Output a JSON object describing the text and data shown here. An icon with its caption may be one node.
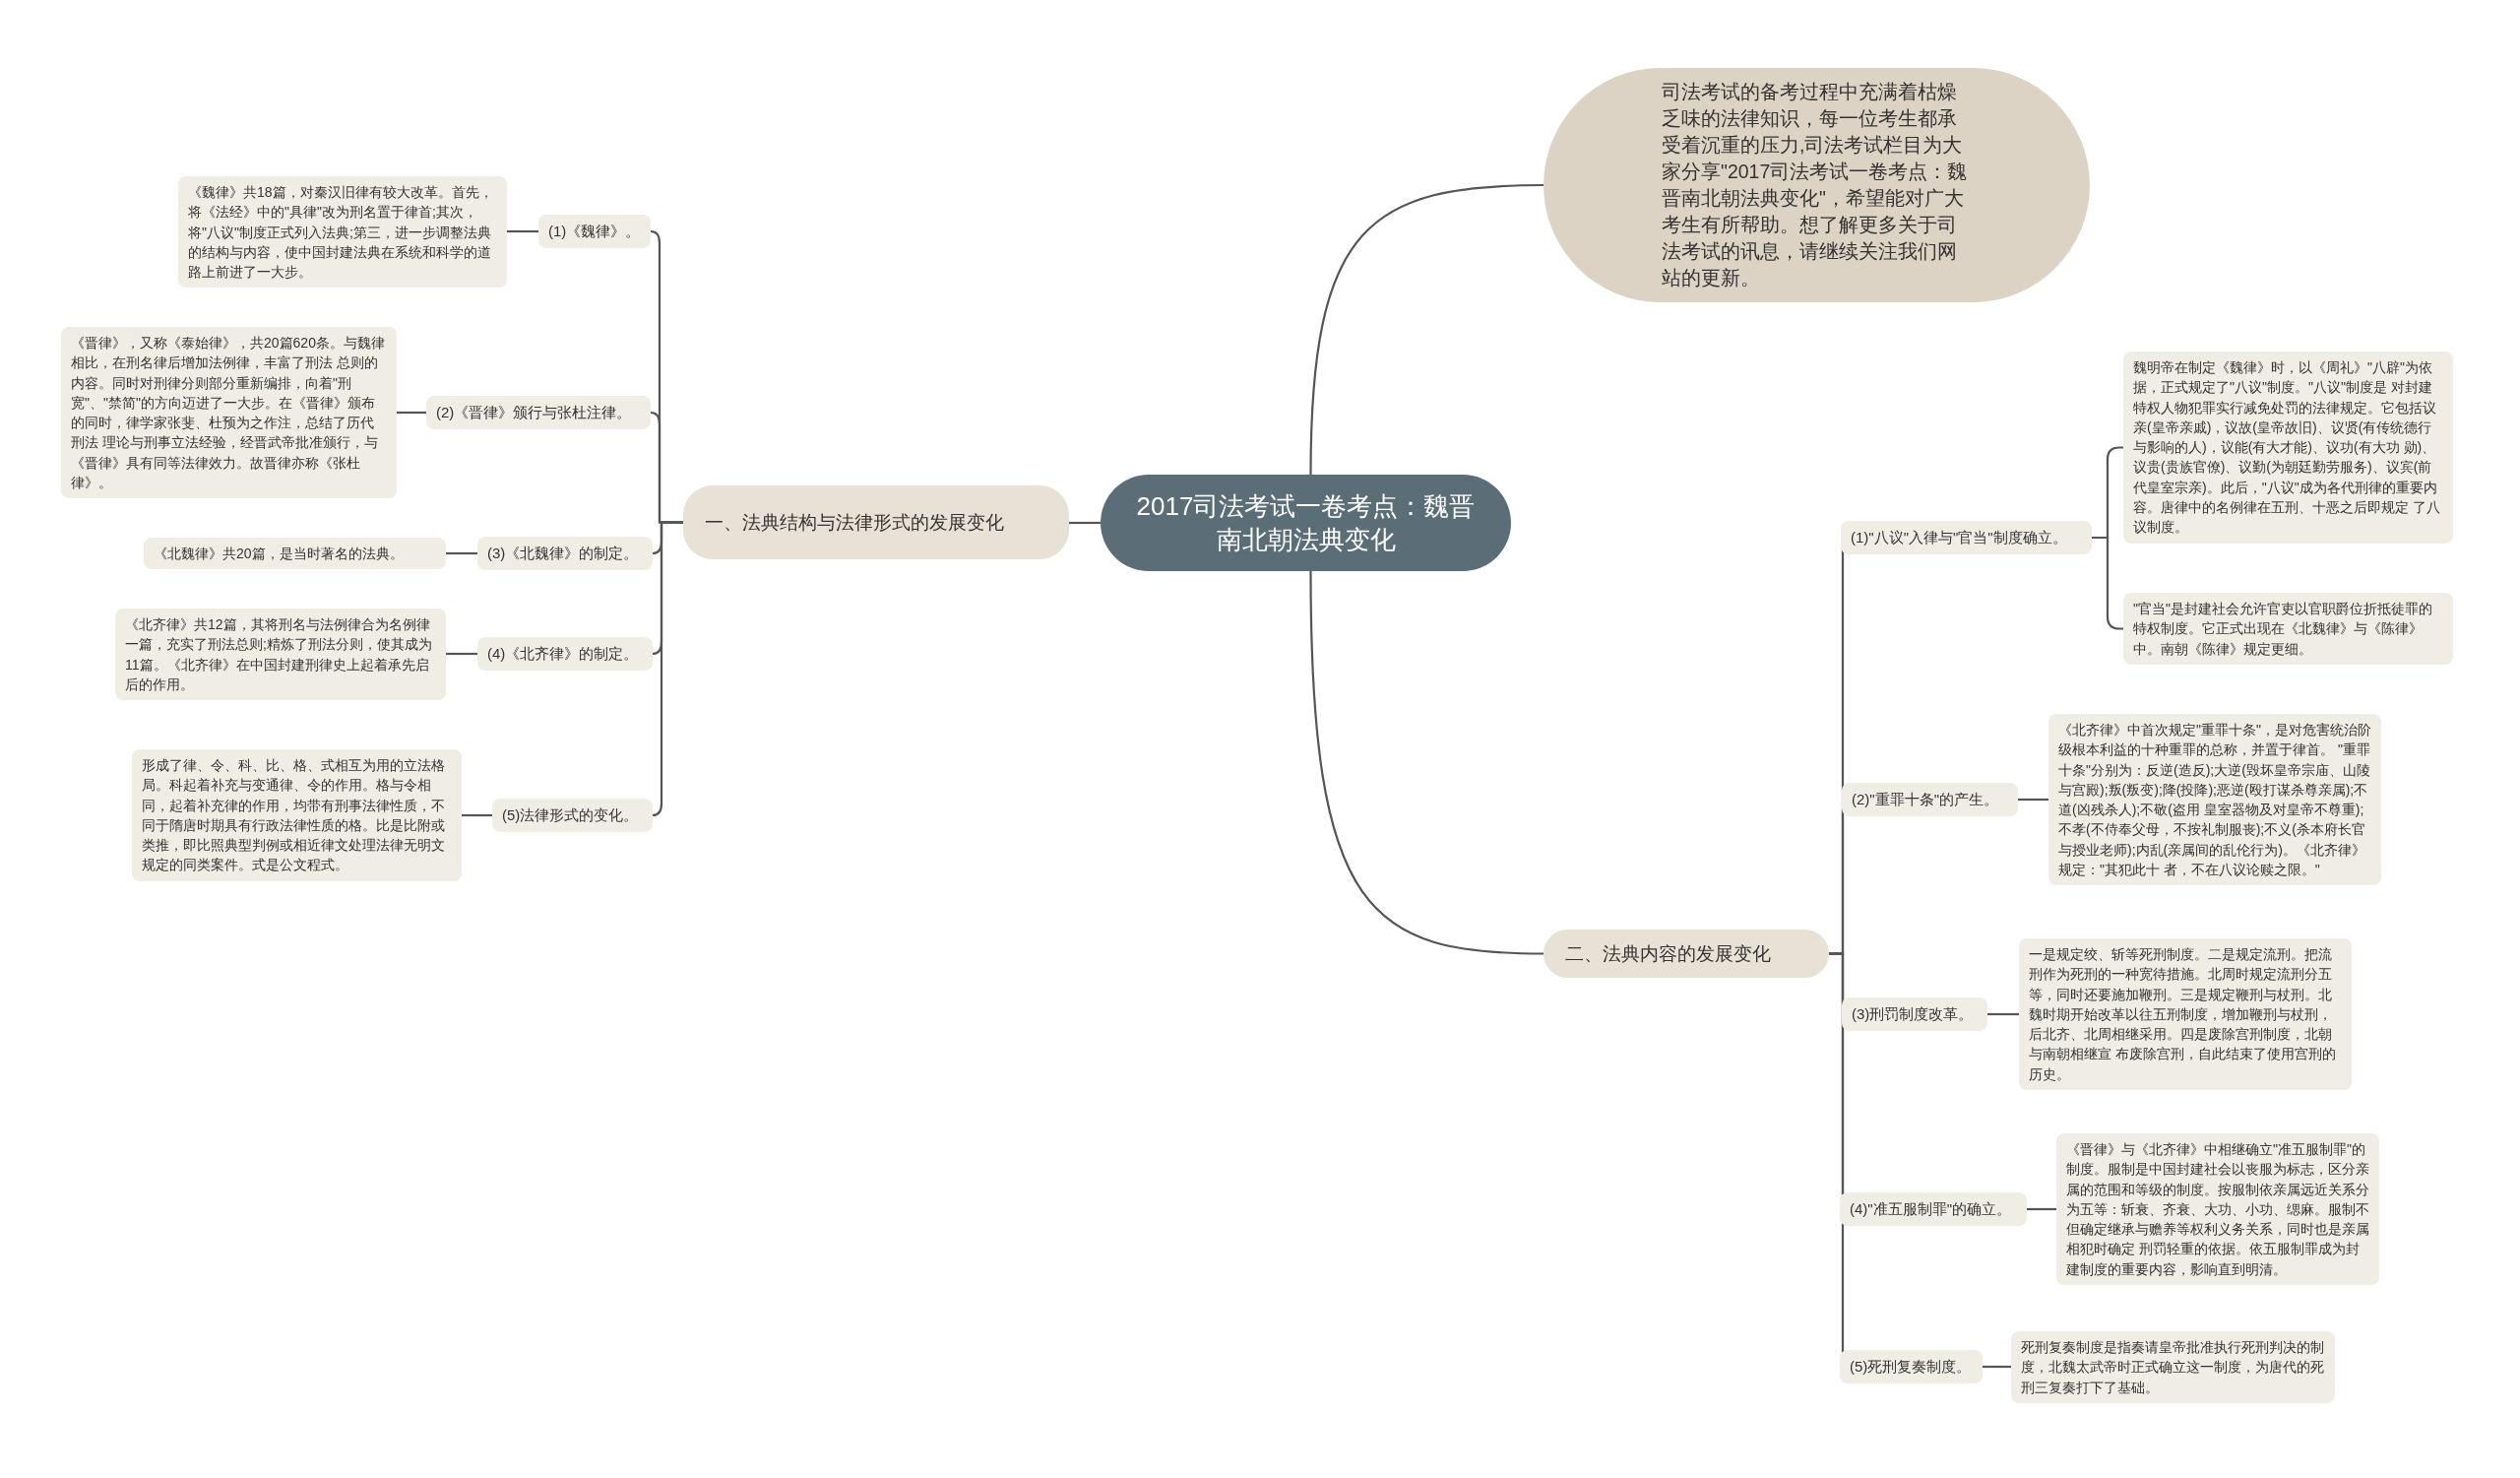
{
  "diagram": {
    "nodes": [
      {
        "text": [
          "2017司法考试一卷考点：魏晋南北朝法典变化"
        ]
      },
      {
        "text": [
          "司法考试的备考过程中充满着枯燥乏味的法律知识，每一位考生都承受着沉重的压力,司法考试栏目为大家分享\"2017司法考试一卷考点：魏晋南北朝法典变化\"，希望能对广大考生有所帮助。想了解更多关于司法考试的讯息，请继续关注我们网站的更新。"
        ]
      },
      {
        "text": [
          "一、法典结构与法律形式的发展变化"
        ]
      },
      {
        "text": [
          "(1)《魏律》。"
        ]
      },
      {
        "text": [
          "《魏律》共18篇，对秦汉旧律有较大改革。首先，将《法经》中的\"具律\"改为刑名置于律首;其次，将\"八议\"制度正式列入法典;第三，进一步调整法典的结构与内容，使中国封建法典在系统和科学的道路上前进了一大步。"
        ]
      },
      {
        "text": [
          "(2)《晋律》颁行与张杜注律。"
        ]
      },
      {
        "text": [
          "《晋律》，又称《泰始律》，共20篇620条。与魏律相比，在刑名律后增加法例律，丰富了刑法 总则的内容。同时对刑律分则部分重新编排，向着\"刑宽\"、\"禁简\"的方向迈进了一大步。在《晋律》颁布的同时，律学家张斐、杜预为之作注，总结了历代刑法 理论与刑事立法经验，经晋武帝批准颁行，与《晋律》具有同等法律效力。故晋律亦称《张杜律》。"
        ]
      },
      {
        "text": [
          "(3)《北魏律》的制定。"
        ]
      },
      {
        "text": [
          "《北魏律》共20篇，是当时著名的法典。"
        ]
      },
      {
        "text": [
          "(4)《北齐律》的制定。"
        ]
      },
      {
        "text": [
          "《北齐律》共12篇，其将刑名与法例律合为名例律一篇，充实了刑法总则;精炼了刑法分则，使其成为11篇。《北齐律》在中国封建刑律史上起着承先启后的作用。"
        ]
      },
      {
        "text": [
          "(5)法律形式的变化。"
        ]
      },
      {
        "text": [
          "形成了律、令、科、比、格、式相互为用的立法格局。科起着补充与变通律、令的作用。格与令相同，起着补充律的作用，均带有刑事法律性质，不同于隋唐时期具有行政法律性质的格。比是比附或类推，即比照典型判例或相近律文处理法律无明文规定的同类案件。式是公文程式。"
        ]
      },
      {
        "text": [
          "二、法典内容的发展变化"
        ]
      },
      {
        "text": [
          "(1)\"八议\"入律与\"官当\"制度确立。"
        ]
      },
      {
        "text": [
          "魏明帝在制定《魏律》时，以《周礼》\"八辟\"为依据，正式规定了\"八议\"制度。\"八议\"制度是 对封建特权人物犯罪实行减免处罚的法律规定。它包括议亲(皇帝亲戚)，议故(皇帝故旧)、议贤(有传统德行与影响的人)，议能(有大才能)、议功(有大功 勋)、议贵(贵族官僚)、议勤(为朝廷勤劳服务)、议宾(前代皇室宗亲)。此后，\"八议\"成为各代刑律的重要内容。唐律中的名例律在五刑、十恶之后即规定 了八议制度。"
        ]
      },
      {
        "text": [
          "\"官当\"是封建社会允许官吏以官职爵位折抵徒罪的特权制度。它正式出现在《北魏律》与《陈律》中。南朝《陈律》规定更细。"
        ]
      },
      {
        "text": [
          "(2)\"重罪十条\"的产生。"
        ]
      },
      {
        "text": [
          "《北齐律》中首次规定\"重罪十条\"，是对危害统治阶级根本利益的十种重罪的总称，并置于律首。 \"重罪十条\"分别为：反逆(造反);大逆(毁坏皇帝宗庙、山陵与宫殿);叛(叛变);降(投降);恶逆(殴打谋杀尊亲属);不道(凶残杀人);不敬(盗用 皇室器物及对皇帝不尊重);不孝(不侍奉父母，不按礼制服丧);不义(杀本府长官与授业老师);内乱(亲属间的乱伦行为)。《北齐律》规定：\"其犯此十 者，不在八议论赎之限。\""
        ]
      },
      {
        "text": [
          "(3)刑罚制度改革。"
        ]
      },
      {
        "text": [
          "一是规定绞、斩等死刑制度。二是规定流刑。把流刑作为死刑的一种宽待措施。北周时规定流刑分五等，同时还要施加鞭刑。三是规定鞭刑与杖刑。北魏时期开始改革以往五刑制度，增加鞭刑与杖刑，后北齐、北周相继采用。四是废除宫刑制度，北朝与南朝相继宣 布废除宫刑，自此结束了使用宫刑的历史。"
        ]
      },
      {
        "text": [
          "(4)\"准五服制罪\"的确立。"
        ]
      },
      {
        "text": [
          "《晋律》与《北齐律》中相继确立\"准五服制罪\"的制度。服制是中国封建社会以丧服为标志，区分亲属的范围和等级的制度。按服制依亲属远近关系分为五等：斩衰、齐衰、大功、小功、缌麻。服制不但确定继承与赡养等权利义务关系，同时也是亲属相犯时确定 刑罚轻重的依据。依五服制罪成为封建制度的重要内容，影响直到明清。"
        ]
      },
      {
        "text": [
          "(5)死刑复奏制度。"
        ]
      },
      {
        "text": [
          "死刑复奏制度是指奏请皇帝批准执行死刑判决的制度，北魏太武帝时正式确立这一制度，为唐代的死刑三复奏打下了基础。"
        ]
      }
    ],
    "edges": [
      {
        "from": 0,
        "to": 1,
        "arrow": "none"
      },
      {
        "from": 0,
        "to": 2,
        "arrow": "none"
      },
      {
        "from": 2,
        "to": 3,
        "arrow": "none"
      },
      {
        "from": 3,
        "to": 4,
        "arrow": "none"
      },
      {
        "from": 2,
        "to": 5,
        "arrow": "none"
      },
      {
        "from": 5,
        "to": 6,
        "arrow": "none"
      },
      {
        "from": 2,
        "to": 7,
        "arrow": "none"
      },
      {
        "from": 7,
        "to": 8,
        "arrow": "none"
      },
      {
        "from": 2,
        "to": 9,
        "arrow": "none"
      },
      {
        "from": 9,
        "to": 10,
        "arrow": "none"
      },
      {
        "from": 2,
        "to": 11,
        "arrow": "none"
      },
      {
        "from": 11,
        "to": 12,
        "arrow": "none"
      },
      {
        "from": 0,
        "to": 13,
        "arrow": "none"
      },
      {
        "from": 13,
        "to": 14,
        "arrow": "none"
      },
      {
        "from": 14,
        "to": 15,
        "arrow": "none"
      },
      {
        "from": 14,
        "to": 16,
        "arrow": "none"
      },
      {
        "from": 13,
        "to": 17,
        "arrow": "none"
      },
      {
        "from": 17,
        "to": 18,
        "arrow": "none"
      },
      {
        "from": 13,
        "to": 19,
        "arrow": "none"
      },
      {
        "from": 19,
        "to": 20,
        "arrow": "none"
      },
      {
        "from": 13,
        "to": 21,
        "arrow": "none"
      },
      {
        "from": 21,
        "to": 22,
        "arrow": "none"
      },
      {
        "from": 13,
        "to": 23,
        "arrow": "none"
      },
      {
        "from": 23,
        "to": 24,
        "arrow": "none"
      }
    ]
  }
}
